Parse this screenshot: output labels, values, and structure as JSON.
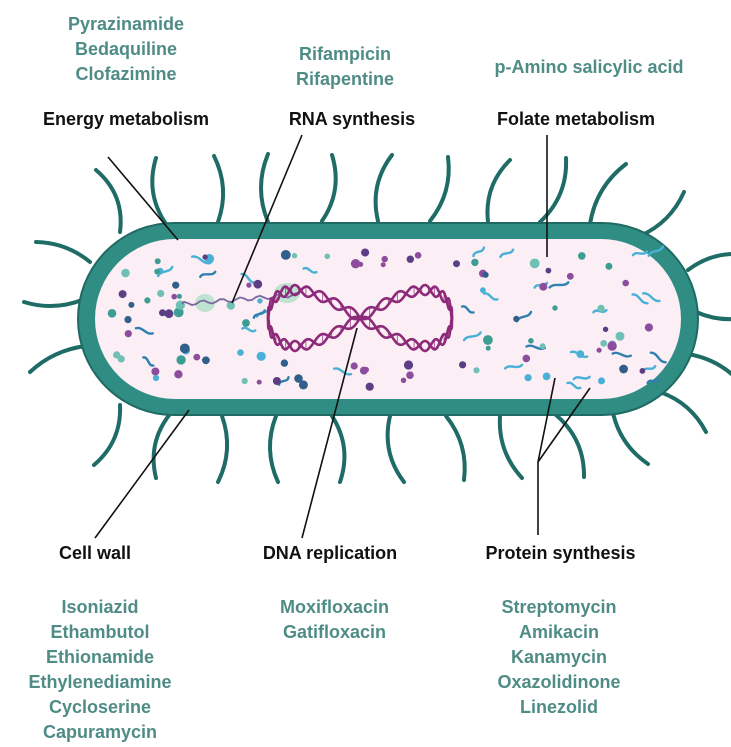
{
  "colors": {
    "drug_text": "#4f8c86",
    "target_text": "#111111",
    "cell_wall": "#2f8d84",
    "cell_wall_dark": "#1f6a63",
    "cytoplasm": "#fbeef5",
    "flagella": "#1f6c66",
    "dna": "#8e2a7a",
    "mrna": "#7a6aa0",
    "ribosome": "#bfe3d2",
    "particles": [
      "#5c3e84",
      "#3c9e92",
      "#8c4d9c",
      "#2f5f8a",
      "#6fc0b5",
      "#4ab0d6"
    ]
  },
  "icons": {
    "cell": "bacterium-cell-icon",
    "dna": "dna-double-helix-icon",
    "mrna": "mrna-strand-icon",
    "ribosome": "ribosome-icon"
  },
  "targets": {
    "energy": "Energy metabolism",
    "rna": "RNA synthesis",
    "folate": "Folate metabolism",
    "cell_wall": "Cell wall",
    "dna": "DNA replication",
    "protein": "Protein synthesis"
  },
  "drugs": {
    "energy": [
      "Pyrazinamide",
      "Bedaquiline",
      "Clofazimine"
    ],
    "rna": [
      "Rifampicin",
      "Rifapentine"
    ],
    "folate": [
      "p-Amino salicylic acid"
    ],
    "cell_wall": [
      "Isoniazid",
      "Ethambutol",
      "Ethionamide",
      "Ethylenediamine",
      "Cycloserine",
      "Capuramycin"
    ],
    "dna": [
      "Moxifloxacin",
      "Gatifloxacin"
    ],
    "protein": [
      "Streptomycin",
      "Amikacin",
      "Kanamycin",
      "Oxazolidinone",
      "Linezolid"
    ]
  }
}
